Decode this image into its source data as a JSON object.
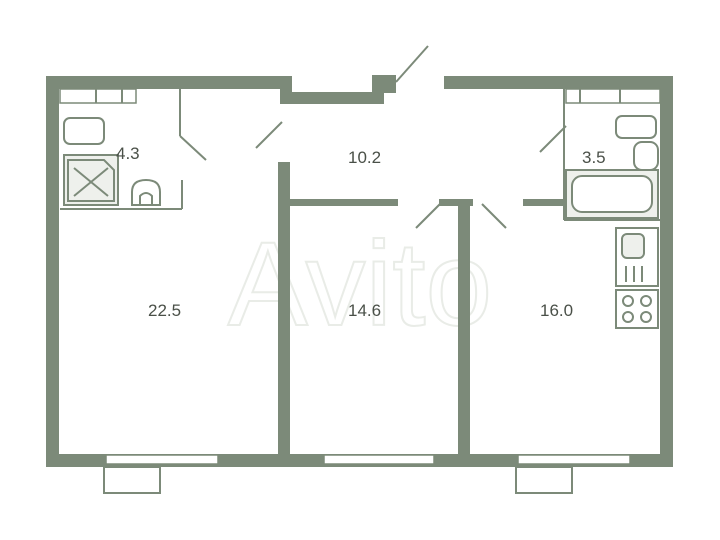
{
  "rooms": {
    "bathroom_left": {
      "area": "4.3"
    },
    "hall": {
      "area": "10.2"
    },
    "bathroom_right": {
      "area": "3.5"
    },
    "room_left": {
      "area": "22.5"
    },
    "room_middle": {
      "area": "14.6"
    },
    "room_right": {
      "area": "16.0"
    }
  },
  "watermark": {
    "text": "Avito"
  },
  "colors": {
    "wall": "#7c8a79",
    "background": "#ffffff",
    "text": "#4a5048"
  }
}
